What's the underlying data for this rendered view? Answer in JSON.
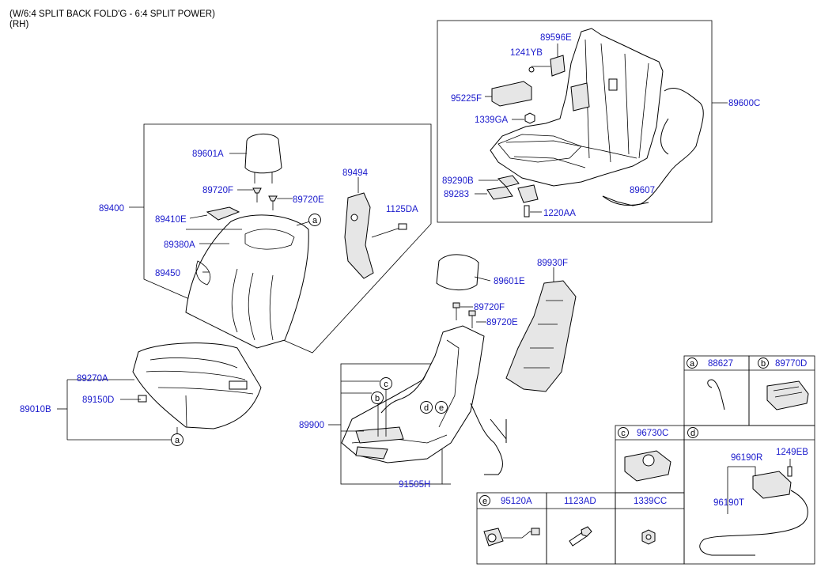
{
  "header": {
    "line1": "(W/6:4 SPLIT BACK FOLD'G - 6:4 SPLIT POWER)",
    "line2": "(RH)"
  },
  "parts": {
    "p89596E": "89596E",
    "p1241YB": "1241YB",
    "p95225F": "95225F",
    "p1339GA": "1339GA",
    "p89290B": "89290B",
    "p89283": "89283",
    "p1220AA": "1220AA",
    "p89607": "89607",
    "p89600C": "89600C",
    "p89601A": "89601A",
    "p89720F_a": "89720F",
    "p89720E_a": "89720E",
    "p89400": "89400",
    "p89410E": "89410E",
    "p89380A": "89380A",
    "p89450": "89450",
    "p89494": "89494",
    "p1125DA": "1125DA",
    "p89930F": "89930F",
    "p89601E": "89601E",
    "p89720F_b": "89720F",
    "p89720E_b": "89720E",
    "p89270A": "89270A",
    "p89150D": "89150D",
    "p89010B": "89010B",
    "p89900": "89900",
    "p91505H": "91505H"
  },
  "callouts": {
    "a": "a",
    "b": "b",
    "c": "c",
    "d": "d",
    "e": "e"
  },
  "legend": {
    "a_part": "88627",
    "b_part": "89770D",
    "c_part": "96730C",
    "d_190R": "96190R",
    "d_249EB": "1249EB",
    "d_190T": "96190T",
    "e_part": "95120A",
    "f_part": "1123AD",
    "g_part": "1339CC"
  }
}
